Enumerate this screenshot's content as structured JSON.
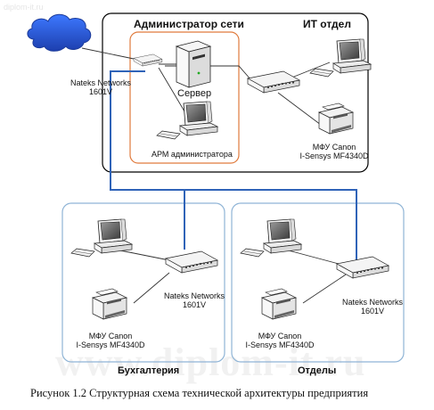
{
  "watermark": {
    "top": "diplom-it.ru",
    "main": "www.diplom-it.ru"
  },
  "internet": {
    "label": "Internet"
  },
  "main_network": {
    "admin_zone_title": "Администратор сети",
    "it_title": "ИТ отдел",
    "router_label_line1": "Nateks Networks",
    "router_label_line2": "1601V",
    "server_label": "Сервер",
    "admin_pc_label": "АРМ администратора",
    "it_mfp_line1": "МФУ Canon",
    "it_mfp_line2": "I-Sensys MF4340D"
  },
  "accounting": {
    "title": "Бухгалтерия",
    "switch_line1": "Nateks Networks",
    "switch_line2": "1601V",
    "mfp_line1": "МФУ Canon",
    "mfp_line2": "I-Sensys MF4340D"
  },
  "departments": {
    "title": "Отделы",
    "switch_line1": "Nateks Networks",
    "switch_line2": "1601V",
    "mfp_line1": "МФУ Canon",
    "mfp_line2": "I-Sensys MF4340D"
  },
  "caption": "Рисунок 1.2 Структурная схема технической архитектуры предприятия",
  "colors": {
    "main_border": "#000000",
    "admin_border": "#e07a3c",
    "sub_border": "#8fb4d6",
    "link_blue": "#2f63b8",
    "cloud_blue": "#2a5bd7",
    "line_gray": "#333333"
  }
}
